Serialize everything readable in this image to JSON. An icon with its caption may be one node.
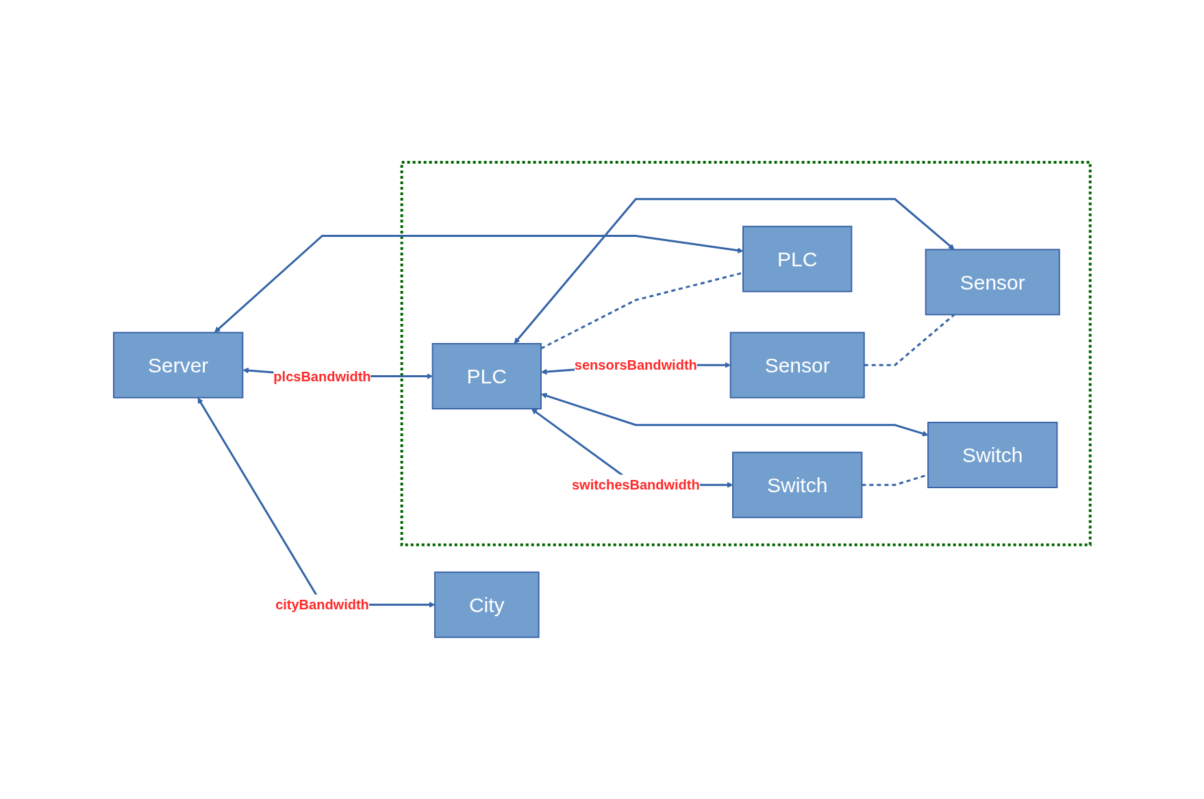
{
  "diagram": {
    "nodes": [
      {
        "text": [],
        "shape": "box"
      },
      {
        "text": [
          "City"
        ]
      },
      {
        "text": [
          "Server"
        ]
      },
      {
        "text": [
          "Sensor"
        ],
        "in": 0
      },
      {
        "text": [
          "Sensor"
        ],
        "in": 0
      },
      {
        "text": [
          "PLC"
        ],
        "in": 0
      },
      {
        "text": [
          "PLC"
        ],
        "in": 0
      },
      {
        "text": [
          "Switch"
        ],
        "in": 0
      },
      {
        "text": [
          "Switch"
        ],
        "in": 0
      }
    ],
    "edges": [
      {
        "from": 2,
        "to": 1,
        "arrow": "both",
        "label": "cityBandwidth"
      },
      {
        "from": 5,
        "to": 3,
        "arrow": "both",
        "label": "sensorsBandwidth"
      },
      {
        "from": 5,
        "to": 4,
        "arrow": "both"
      },
      {
        "from": 3,
        "to": 4,
        "arrow": "none",
        "style": "dashed"
      },
      {
        "from": 2,
        "to": 5,
        "arrow": "both",
        "label": "plcsBandwidth"
      },
      {
        "from": 2,
        "to": 6,
        "arrow": "both"
      },
      {
        "from": 5,
        "to": 6,
        "arrow": "none",
        "style": "dashed"
      },
      {
        "from": 5,
        "to": 7,
        "arrow": "both",
        "label": "switchesBandwidth"
      },
      {
        "from": 5,
        "to": 8,
        "arrow": "both"
      },
      {
        "from": 7,
        "to": 8,
        "arrow": "none",
        "style": "dashed"
      }
    ]
  }
}
